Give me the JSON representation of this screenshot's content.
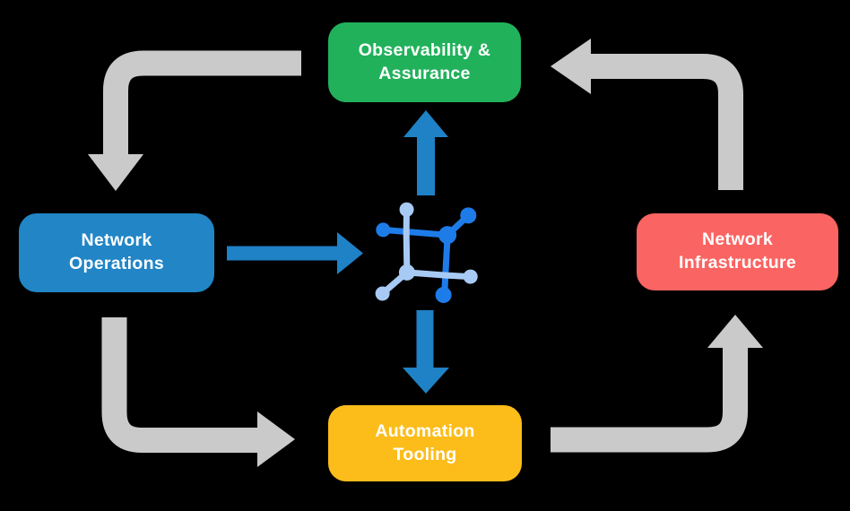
{
  "page": {
    "background": "#000000",
    "text_color": "#FFFFFF"
  },
  "boxes": {
    "observability": {
      "line1": "Observability &",
      "line2": "Assurance",
      "color": "#22B15B"
    },
    "operations": {
      "line1": "Network",
      "line2": "Operations",
      "color": "#2185C6"
    },
    "infrastructure": {
      "line1": "Network",
      "line2": "Infrastructure",
      "color": "#FA6462"
    },
    "automation": {
      "line1": "Automation",
      "line2": "Tooling",
      "color": "#FCBD1B"
    }
  },
  "center_icon": {
    "name": "network-mesh-icon",
    "dark_blue": "#1E7CE9",
    "light_blue": "#A7CAF4"
  },
  "arrows": {
    "gray_color": "#CACACA",
    "blue_color": "#1F81C6",
    "cycle": [
      {
        "from": "Observability & Assurance",
        "to": "Network Operations"
      },
      {
        "from": "Network Operations",
        "to": "Automation Tooling"
      },
      {
        "from": "Automation Tooling",
        "to": "Network Infrastructure"
      },
      {
        "from": "Network Infrastructure",
        "to": "Observability & Assurance"
      }
    ],
    "hub": [
      {
        "from": "Network Operations",
        "to": "center icon"
      },
      {
        "from": "center icon",
        "to": "Observability & Assurance"
      },
      {
        "from": "center icon",
        "to": "Automation Tooling"
      }
    ]
  }
}
